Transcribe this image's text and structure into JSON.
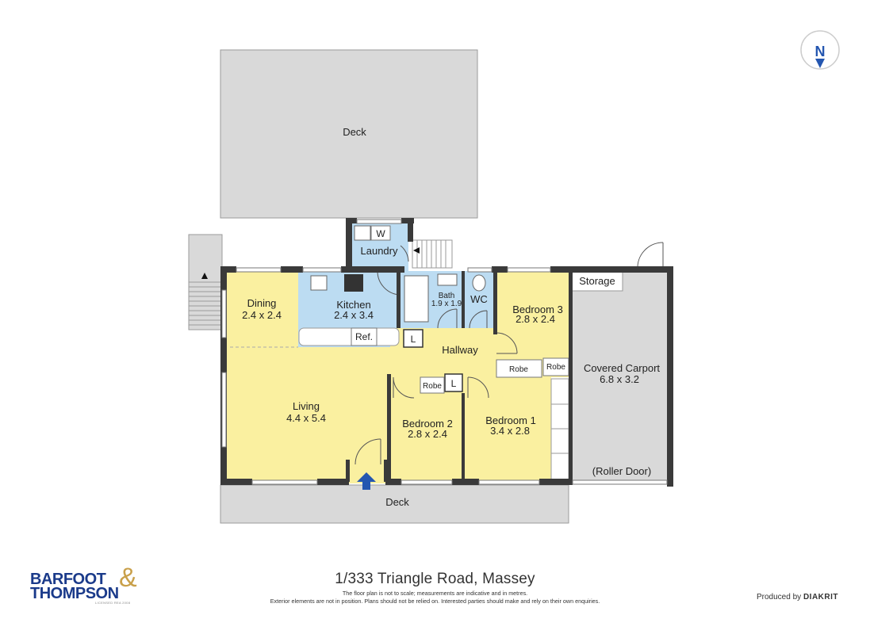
{
  "compass": {
    "letter": "N"
  },
  "rooms": {
    "deck_top": {
      "name": "Deck"
    },
    "deck_bottom": {
      "name": "Deck"
    },
    "laundry": {
      "name": "Laundry",
      "w_label": "W"
    },
    "dining": {
      "name": "Dining",
      "dims": "2.4 x 2.4"
    },
    "kitchen": {
      "name": "Kitchen",
      "dims": "2.4 x 3.4",
      "fridge": "Ref."
    },
    "bath": {
      "name": "Bath",
      "dims": "1.9 x 1.9"
    },
    "wc": {
      "name": "WC"
    },
    "bedroom3": {
      "name": "Bedroom 3",
      "dims": "2.8 x 2.4"
    },
    "storage": {
      "name": "Storage"
    },
    "hallway": {
      "name": "Hallway",
      "linen1": "L",
      "linen2": "L"
    },
    "robe_a": {
      "name": "Robe"
    },
    "robe_b": {
      "name": "Robe"
    },
    "robe_c": {
      "name": "Robe"
    },
    "carport": {
      "name": "Covered Carport",
      "dims": "6.8 x 3.2",
      "door": "(Roller Door)"
    },
    "living": {
      "name": "Living",
      "dims": "4.4 x 5.4"
    },
    "bedroom2": {
      "name": "Bedroom 2",
      "dims": "2.8 x 2.4"
    },
    "bedroom1": {
      "name": "Bedroom 1",
      "dims": "3.4 x 2.8"
    }
  },
  "footer": {
    "address": "1/333 Triangle Road, Massey",
    "disclaimer_line1": "The floor plan is not to scale; measurements are indicative and in metres.",
    "disclaimer_line2": "Exterior elements are not in position. Plans should not be relied on. Interested parties should make and rely on their own enquiries.",
    "brand_line1": "BARFOOT",
    "brand_line2": "THOMPSON",
    "brand_amp": "&",
    "brand_tag": "LICENSED REA 2008",
    "produced_prefix": "Produced by",
    "produced_brand": "DIAKRIT"
  },
  "colors": {
    "living_yellow": "#faf0a0",
    "wet_blue": "#bcdcf2",
    "exterior_gray": "#d9d9d9",
    "wall": "#3a3a3a",
    "brand_blue": "#1a3a8a",
    "entry_arrow": "#2456b0"
  }
}
